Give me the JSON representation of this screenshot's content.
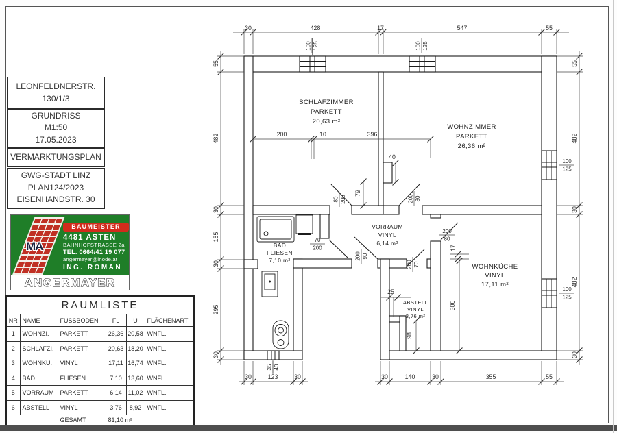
{
  "title_blocks": {
    "address_line1": "LEONFELDNERSTR.",
    "address_line2": "130/1/3",
    "doc_type": "GRUNDRISS",
    "scale": "M1:50",
    "date": "17.05.2023",
    "plan_usage": "VERMARKTUNGSPLAN",
    "client_line1": "GWG-STADT LINZ",
    "client_line2": "PLAN124/2023",
    "client_line3": "EISENHANDSTR. 30"
  },
  "logo": {
    "monogram": "MA",
    "badge": "BAUMEISTER",
    "city": "4481 ASTEN",
    "street": "BAHNHOFSTRASSE 2a",
    "phone": "TEL. 0664/41 19 077",
    "email": "angermayer@inode.at",
    "name_title": "ING. ROMAN",
    "company": "ANGERMAYER"
  },
  "colors": {
    "logo_green": "#1f7e28",
    "logo_red": "#d22b1c",
    "wall": "#1c1c1c",
    "bottom_bar": "#4e4e4e"
  },
  "room_table": {
    "title": "RAUMLISTE",
    "headers": [
      "NR",
      "NAME",
      "FUSSBODEN",
      "FL",
      "U",
      "FLÄCHENART"
    ],
    "rows": [
      {
        "nr": "1",
        "name": "WOHNZI.",
        "floor": "PARKETT",
        "fl": "26,36",
        "u": "20,58",
        "art": "WNFL."
      },
      {
        "nr": "2",
        "name": "SCHLAFZI.",
        "floor": "PARKETT",
        "fl": "20,63",
        "u": "18,20",
        "art": "WNFL."
      },
      {
        "nr": "3",
        "name": "WOHNKÜ.",
        "floor": "VINYL",
        "fl": "17,11",
        "u": "16,74",
        "art": "WNFL."
      },
      {
        "nr": "4",
        "name": "BAD",
        "floor": "FLIESEN",
        "fl": "7,10",
        "u": "13,60",
        "art": "WNFL."
      },
      {
        "nr": "5",
        "name": "VORRAUM",
        "floor": "PARKETT",
        "fl": "6,14",
        "u": "11,02",
        "art": "WNFL."
      },
      {
        "nr": "6",
        "name": "ABSTELL",
        "floor": "VINYL",
        "fl": "3,76",
        "u": "8,92",
        "art": "WNFL."
      }
    ],
    "total_label": "GESAMT",
    "total_value": "81,10 m²"
  },
  "plan": {
    "rooms": {
      "schlafzimmer": {
        "name": "SCHLAFZIMMER",
        "floor": "PARKETT",
        "area": "20,63 m²"
      },
      "wohnzimmer": {
        "name": "WOHNZIMMER",
        "floor": "PARKETT",
        "area": "26,36 m²"
      },
      "vorraum": {
        "name": "VORRAUM",
        "floor": "VINYL",
        "area": "6,14 m²"
      },
      "bad": {
        "name": "BAD",
        "floor": "FLIESEN",
        "area": "7,10 m²"
      },
      "wohnkueche": {
        "name": "WOHNKÜCHE",
        "floor": "VINYL",
        "area": "17,11 m²"
      },
      "abstell": {
        "name": "ABSTELL",
        "floor": "VINYL",
        "area": "3,76 m²"
      }
    },
    "dims": {
      "top": [
        "30",
        "428",
        "17",
        "547",
        "55"
      ],
      "left": [
        "55",
        "482",
        "30",
        "155",
        "30",
        "295",
        "30"
      ],
      "right": [
        "55",
        "482",
        "30",
        "482",
        "30"
      ],
      "bottom_left": [
        "30",
        "123",
        "30"
      ],
      "bottom_right": [
        "30",
        "140",
        "30",
        "355",
        "55"
      ],
      "schlaf_chain": [
        "200",
        "10",
        "396"
      ],
      "d79": "79",
      "d40": "40",
      "d17": "17",
      "d306": "306",
      "d25": "25",
      "d98": "98"
    },
    "openings": {
      "window": {
        "w": "100",
        "h": "125"
      },
      "vent": {
        "w": "35",
        "h": "40"
      },
      "door_schlaf": {
        "w": "80",
        "h": "200"
      },
      "door_wohnz": {
        "w": "200",
        "h": "80"
      },
      "door_bad": {
        "w": "70",
        "h": "200"
      },
      "door_entry": {
        "w": "200",
        "h": "90"
      },
      "door_abstell": {
        "w": "200",
        "h": "70"
      },
      "door_kueche": {
        "w": "200",
        "h": "80"
      }
    }
  }
}
